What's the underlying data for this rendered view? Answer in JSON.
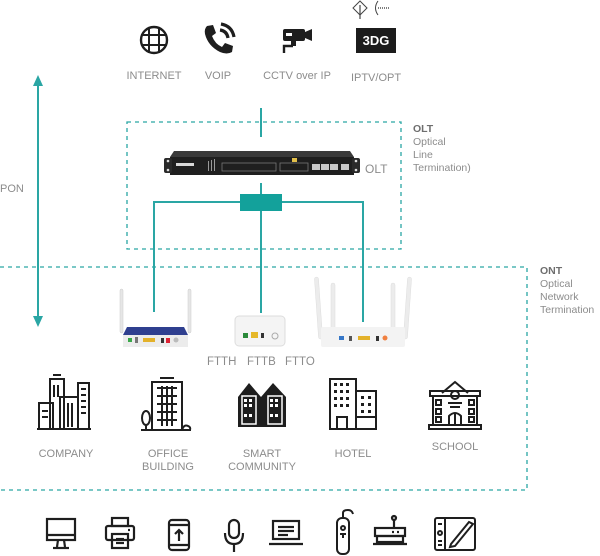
{
  "services": [
    {
      "icon": "globe-icon",
      "label": "INTERNET"
    },
    {
      "icon": "phone-icon",
      "label": "VOIP"
    },
    {
      "icon": "cctv-camera-icon",
      "label": "CCTV over IP"
    },
    {
      "icon": "tv-3dg-icon",
      "label": "IPTV/OPT",
      "badge": "3DG"
    }
  ],
  "pon_label": "PON",
  "olt": {
    "device_label": "OLT",
    "side_title": "OLT",
    "side_lines": [
      "Optical",
      "Line",
      "Termination)"
    ]
  },
  "ont": {
    "side_title": "ONT",
    "side_lines": [
      "Optical",
      "Network",
      "Termination"
    ],
    "modes": [
      "FTTH",
      "FTTB",
      "FTTO"
    ]
  },
  "buildings": [
    {
      "icon": "company-buildings-icon",
      "label": "COMPANY"
    },
    {
      "icon": "office-building-icon",
      "label": "OFFICE\nBUILDING"
    },
    {
      "icon": "smart-community-houses-icon",
      "label": "SMART\nCOMMUNITY"
    },
    {
      "icon": "hotel-icon",
      "label": "HOTEL"
    },
    {
      "icon": "school-icon",
      "label": "SCHOOL"
    }
  ],
  "end_devices": [
    "monitor-icon",
    "printer-icon",
    "smartphone-upload-icon",
    "microphone-icon",
    "laptop-icon",
    "remote-control-icon",
    "router-icon",
    "drawing-tablet-icon"
  ],
  "colors": {
    "accent": "#2aa6a4",
    "icon": "#1e1e1e",
    "text": "#8c8c8c"
  }
}
